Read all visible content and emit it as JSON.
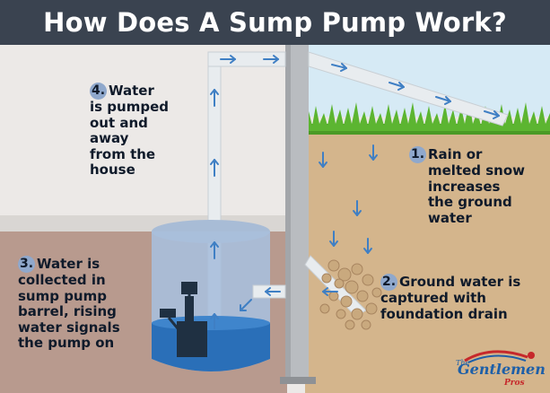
{
  "title": "How Does A Sump Pump Work?",
  "steps": [
    {
      "num": "1.",
      "lines": [
        "Rain or",
        "melted snow",
        "increases",
        "the ground",
        "water"
      ]
    },
    {
      "num": "2.",
      "lines": [
        "Ground water is",
        "captured with",
        "foundation drain"
      ]
    },
    {
      "num": "3.",
      "lines": [
        "Water is",
        "collected in",
        "sump pump",
        "barrel, rising",
        "water signals",
        "the pump on"
      ]
    },
    {
      "num": "4.",
      "lines": [
        "Water",
        "is pumped",
        "out and",
        "away",
        "from the",
        "house"
      ]
    }
  ],
  "brand": {
    "small": "The",
    "main": "Gentlemen",
    "sub": "Pros"
  },
  "colors": {
    "banner": "#3a4350",
    "wall": "#ece9e7",
    "soil_inside": "#b89a8e",
    "soil_outside": "#d4b58c",
    "grass": "#5cb531",
    "sky": "#d6eaf5",
    "water": "#2a6fb8",
    "pipe": "#e8ecef",
    "arrow": "#3f7fc4",
    "badge": "#8fa8cc"
  },
  "icons": [
    "arrow-right-icon",
    "arrow-down-icon",
    "arrow-up-icon",
    "arrow-left-icon"
  ]
}
